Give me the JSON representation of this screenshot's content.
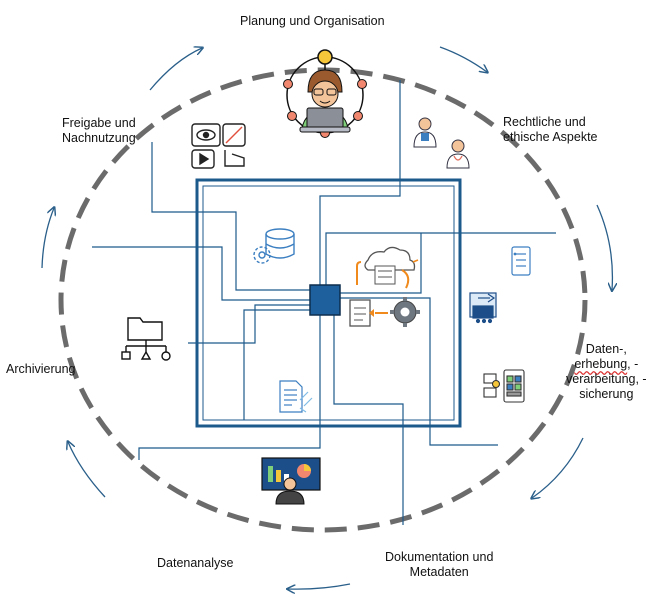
{
  "stages": {
    "planung": "Planung und Organisation",
    "rechtlich_1": "Rechtliche und",
    "rechtlich_2": "ethische Aspekte",
    "daten_1": "Daten-,",
    "daten_2a": "erhebung",
    "daten_2b": ", -",
    "daten_3": "verarbeitung, -",
    "daten_4": "sicherung",
    "doku_1": "Dokumentation und",
    "doku_2": "Metadaten",
    "analyse": "Datenanalyse",
    "archiv": "Archivierung",
    "freigabe_1": "Freigabe und",
    "freigabe_2": "Nachnutzung"
  },
  "colors": {
    "dashed_ring": "#6b6b6b",
    "arrows": "#2a5f8a",
    "circuit": "#1d5a8c",
    "hub": "#1e5f9e",
    "orange_accent": "#f08a1c",
    "icon_blue": "#3c7fc1"
  },
  "icons": [
    "researcher-laptop-icon",
    "doctors-icon",
    "media-share-icon",
    "database-settings-icon",
    "cloud-server-icon",
    "document-gear-icon",
    "checklist-icon",
    "server-transfer-icon",
    "mobile-data-icon",
    "folder-hierarchy-icon",
    "data-sheet-icon",
    "presentation-analyst-icon"
  ]
}
